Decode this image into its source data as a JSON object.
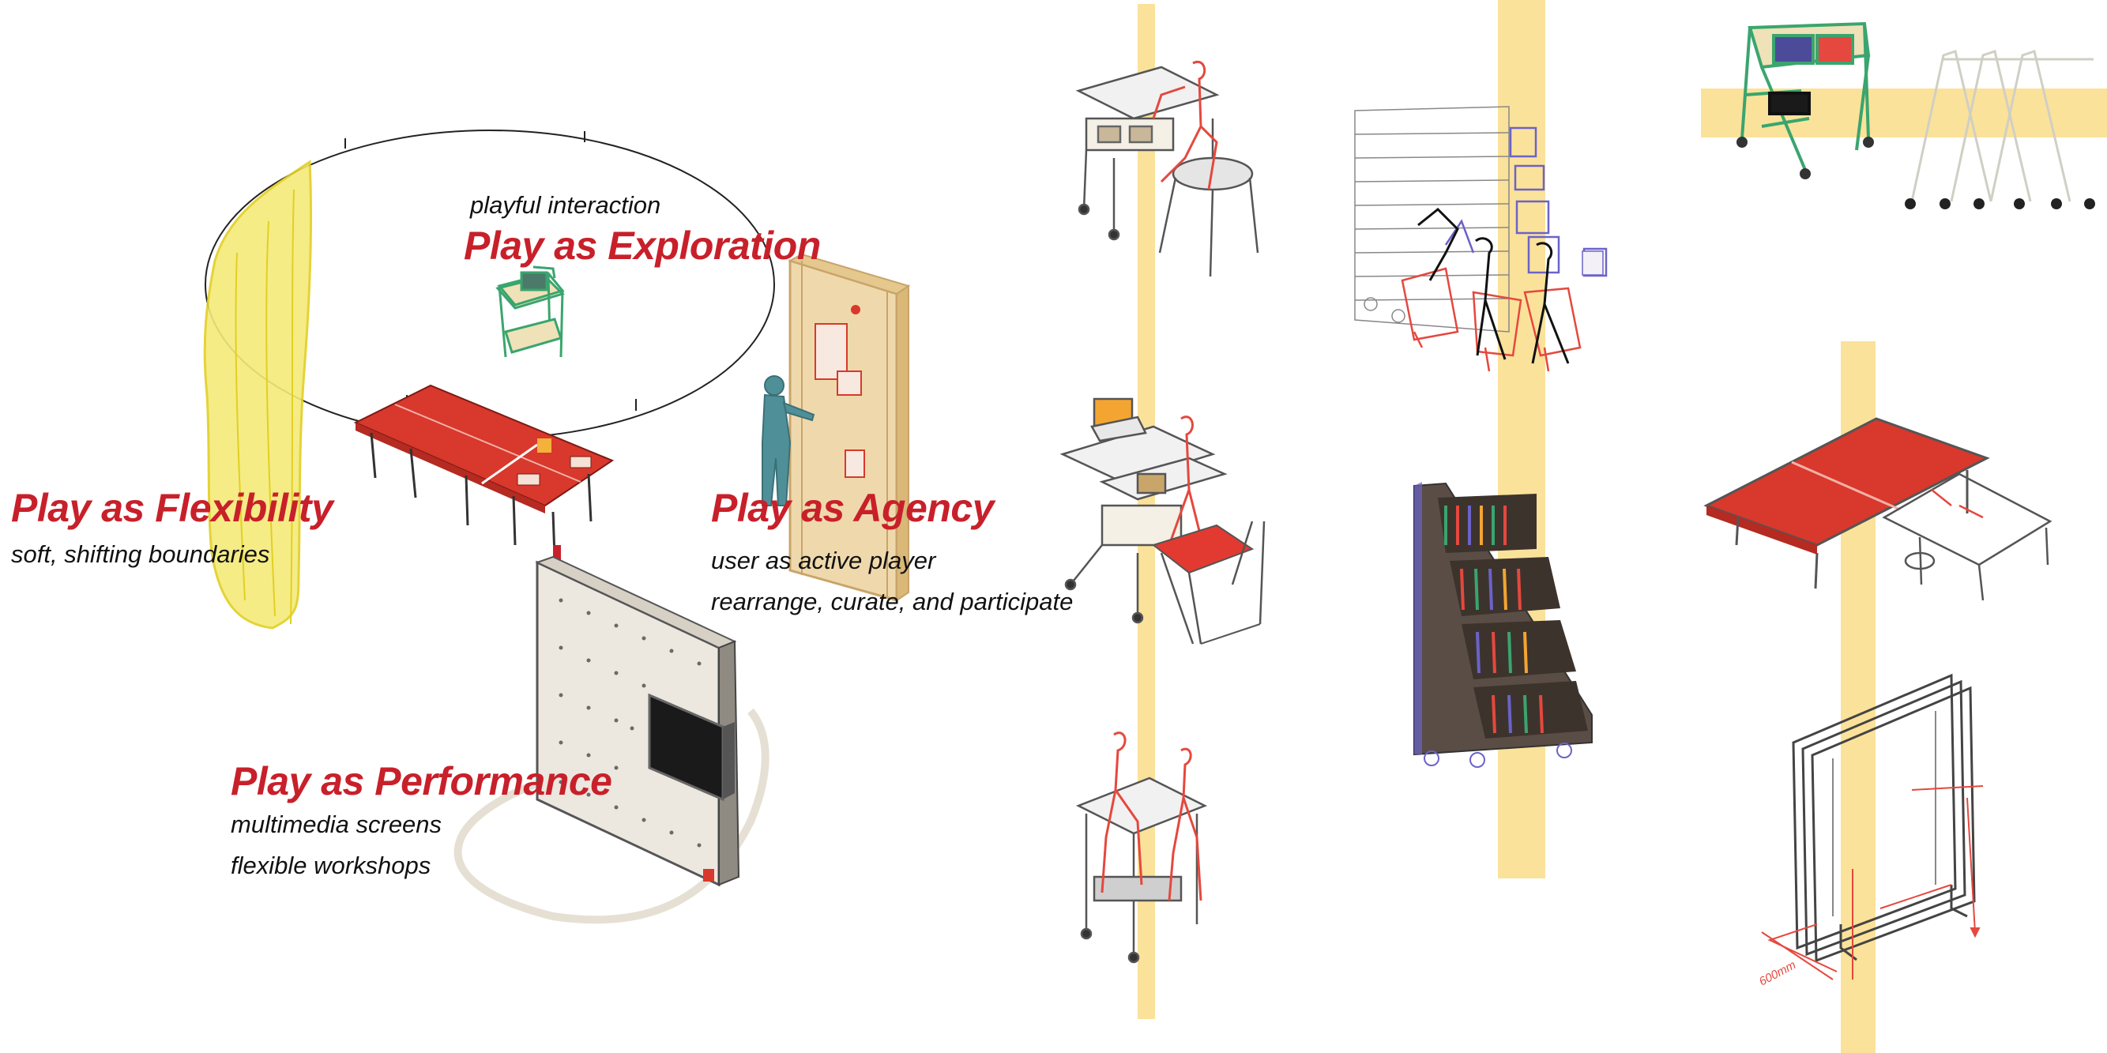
{
  "labels": {
    "exploration": {
      "subtitle": "playful interaction",
      "title": "Play as Exploration"
    },
    "flexibility": {
      "title": "Play as Flexibility",
      "subtitle": "soft, shifting boundaries"
    },
    "agency": {
      "title": "Play as Agency",
      "line1": "user as active player",
      "line2": "rearrange, curate, and participate"
    },
    "performance": {
      "title": "Play as Performance",
      "line1": "multimedia screens",
      "line2": "flexible workshops"
    },
    "dimension_note": "600mm"
  },
  "colors": {
    "heading_red": "#c8202a",
    "table_red": "#d9382c",
    "sketch_red": "#e5483e",
    "curtain_yellow": "#f4ea7a",
    "guide_yellow": "#fbe29a",
    "cart_green": "#3aa56e",
    "sketch_blue": "#6b63c9",
    "wood": "#efd9ac",
    "figure_teal": "#4f8f98",
    "shelf_dark": "#5a4d45"
  }
}
